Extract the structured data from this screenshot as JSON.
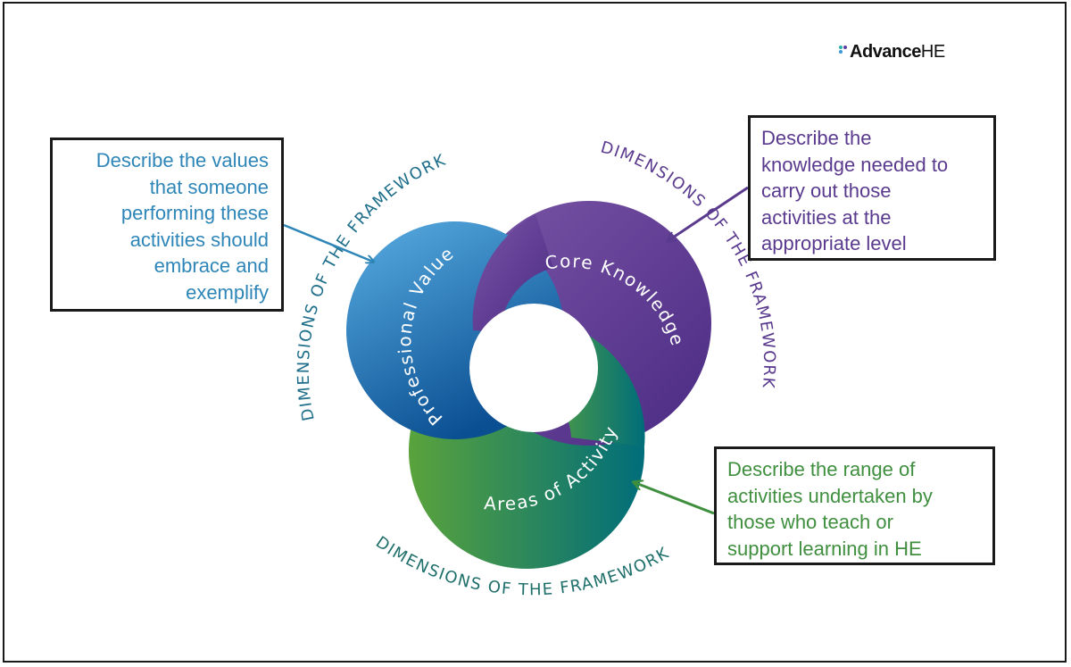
{
  "logo": {
    "brand_bold": "Advance",
    "brand_light": "HE",
    "dot_colors": [
      "#2bb3a8",
      "#5b3ea0",
      "#3a9ad9"
    ]
  },
  "arc_labels": {
    "left": "DIMENSIONS OF THE FRAMEWORK",
    "right": "DIMENSIONS OF THE FRAMEWORK",
    "bottom": "DIMENSIONS OF THE FRAMEWORK"
  },
  "circles": {
    "professional_values": {
      "label": "Professional Values",
      "color_light": "#5aaee3",
      "color_dark": "#0a4f92"
    },
    "core_knowledge": {
      "label": "Core Knowledge",
      "color_light": "#7a55a6",
      "color_dark": "#4a2a83"
    },
    "areas_of_activity": {
      "label": "Areas of Activity",
      "color_light": "#5aa33c",
      "color_dark": "#006d7a"
    }
  },
  "callouts": {
    "values": {
      "color": "#2e86b8",
      "lines": [
        "Describe the values",
        "that someone",
        "performing these",
        "activities should",
        "embrace and",
        "exemplify"
      ]
    },
    "knowledge": {
      "color": "#5a3a8e",
      "lines": [
        "Describe the",
        "knowledge needed to",
        "carry out those",
        "activities at the",
        "appropriate level"
      ]
    },
    "activity": {
      "color": "#3f8f3f",
      "lines": [
        "Describe the range of",
        "activities undertaken by",
        "those who teach or",
        "support learning in HE"
      ]
    }
  }
}
